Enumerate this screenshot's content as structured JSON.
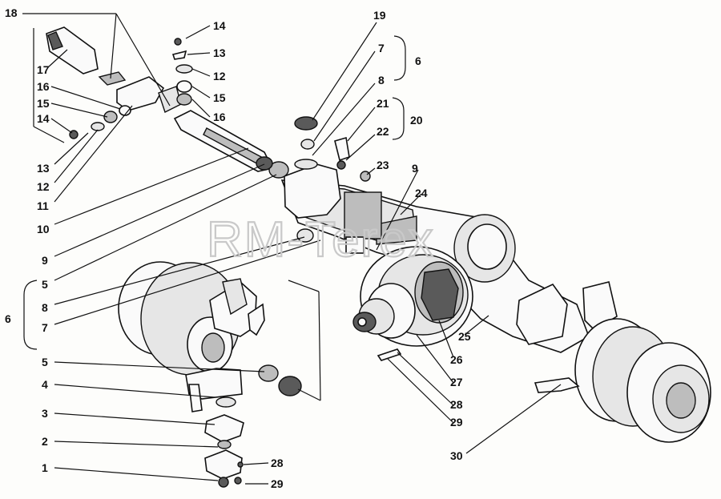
{
  "watermark": "RM-Terex",
  "callouts": [
    {
      "id": "c18",
      "text": "18"
    },
    {
      "id": "c17",
      "text": "17"
    },
    {
      "id": "c16a",
      "text": "16"
    },
    {
      "id": "c15a",
      "text": "15"
    },
    {
      "id": "c14a",
      "text": "14"
    },
    {
      "id": "c13a",
      "text": "13"
    },
    {
      "id": "c12a",
      "text": "12"
    },
    {
      "id": "c11",
      "text": "11"
    },
    {
      "id": "c10",
      "text": "10"
    },
    {
      "id": "c9a",
      "text": "9"
    },
    {
      "id": "c5a",
      "text": "5"
    },
    {
      "id": "c8a",
      "text": "8"
    },
    {
      "id": "c7a",
      "text": "7"
    },
    {
      "id": "c6a",
      "text": "6"
    },
    {
      "id": "c5b",
      "text": "5"
    },
    {
      "id": "c4",
      "text": "4"
    },
    {
      "id": "c3",
      "text": "3"
    },
    {
      "id": "c2",
      "text": "2"
    },
    {
      "id": "c1",
      "text": "1"
    },
    {
      "id": "c14b",
      "text": "14"
    },
    {
      "id": "c13b",
      "text": "13"
    },
    {
      "id": "c12b",
      "text": "12"
    },
    {
      "id": "c15b",
      "text": "15"
    },
    {
      "id": "c16b",
      "text": "16"
    },
    {
      "id": "c19",
      "text": "19"
    },
    {
      "id": "c7b",
      "text": "7"
    },
    {
      "id": "c8b",
      "text": "8"
    },
    {
      "id": "c6b",
      "text": "6"
    },
    {
      "id": "c21",
      "text": "21"
    },
    {
      "id": "c22",
      "text": "22"
    },
    {
      "id": "c20",
      "text": "20"
    },
    {
      "id": "c23",
      "text": "23"
    },
    {
      "id": "c9b",
      "text": "9"
    },
    {
      "id": "c24",
      "text": "24"
    },
    {
      "id": "c25",
      "text": "25"
    },
    {
      "id": "c26",
      "text": "26"
    },
    {
      "id": "c27",
      "text": "27"
    },
    {
      "id": "c28a",
      "text": "28"
    },
    {
      "id": "c29a",
      "text": "29"
    },
    {
      "id": "c30",
      "text": "30"
    },
    {
      "id": "c28b",
      "text": "28"
    },
    {
      "id": "c29b",
      "text": "29"
    }
  ]
}
